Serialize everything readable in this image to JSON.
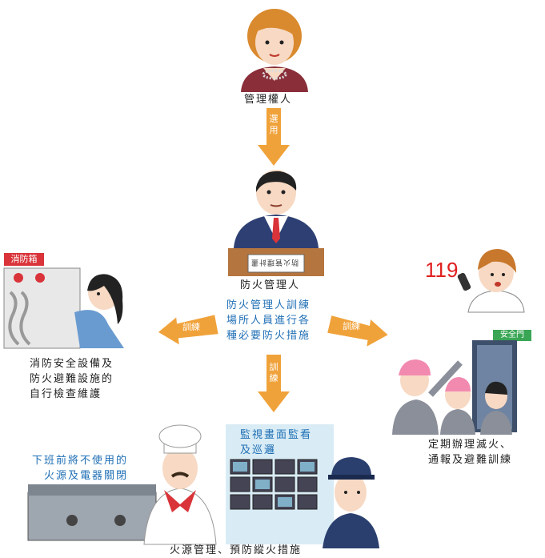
{
  "nodes": {
    "owner": "管理權人",
    "manager": "防火管理人",
    "manager_tasks": "防火管理人訓練\n場所人員進行各\n種必要防火措施",
    "equipment": "消防安全設備及\n防火避難設施的\n自行檢查維護",
    "drill": "定期辦理滅火、\n通報及避難訓練",
    "fire_source": "火源管理、預防縱火措施",
    "power_off": "下班前將不使用的\n火源及電器關閉",
    "monitor": "監視畫面監看\n及巡邏"
  },
  "arrows": {
    "top": "選用",
    "left": "訓練",
    "right": "訓練",
    "bottom": "訓練"
  },
  "signs": {
    "hydrant": "消防箱",
    "exit": "安全門",
    "emergency_number": "119",
    "document": "防火管理計畫"
  },
  "colors": {
    "arrow": "#f0a23a",
    "accent_blue": "#1f6fb5",
    "sign_red": "#d9343a",
    "exit_green": "#3aa655"
  }
}
